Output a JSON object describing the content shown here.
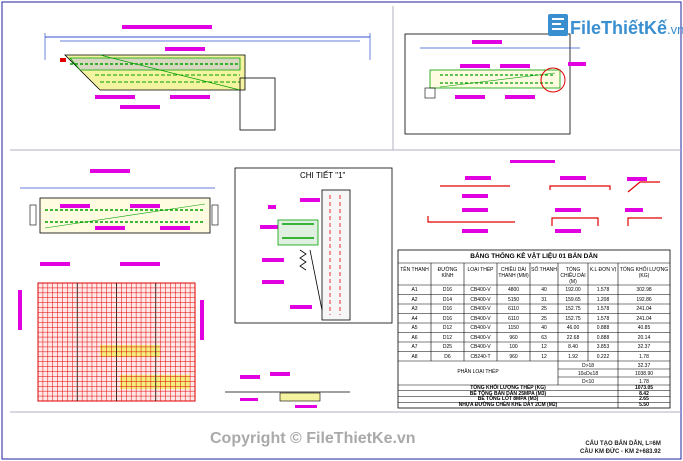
{
  "brand": {
    "name": "FileThiếtKế",
    "tld": ".vn"
  },
  "watermark": "Copyright © FileThietKe.vn",
  "detail_label": "CHI TIẾT \"1\"",
  "stamp": {
    "line1": "CẤU TẠO BẢN DẪN, L=6M",
    "line2": "CẦU KM ĐỨC - KM 2+683.92"
  },
  "table": {
    "title": "BẢNG THỐNG KÊ VẬT LIỆU 01 BẢN DẪN",
    "headers": [
      "TÊN THANH",
      "ĐƯỜNG KÍNH",
      "LOẠI THÉP",
      "CHIỀU DÀI THANH (MM)",
      "SỐ THANH",
      "TỔNG CHIỀU DÀI (M)",
      "K.L ĐƠN VỊ",
      "TỔNG KHỐI LƯỢNG (KG)"
    ],
    "rows": [
      [
        "A1",
        "D16",
        "CB400-V",
        "4800",
        "40",
        "192.00",
        "1.578",
        "302.98"
      ],
      [
        "A2",
        "D14",
        "CB400-V",
        "5150",
        "31",
        "159.65",
        "1.208",
        "192.86"
      ],
      [
        "A3",
        "D16",
        "CB400-V",
        "6110",
        "25",
        "152.75",
        "1.578",
        "241.04"
      ],
      [
        "A4",
        "D16",
        "CB400-V",
        "6110",
        "25",
        "152.75",
        "1.578",
        "241.04"
      ],
      [
        "A5",
        "D12",
        "CB400-V",
        "1150",
        "40",
        "46.00",
        "0.888",
        "40.85"
      ],
      [
        "A6",
        "D12",
        "CB400-V",
        "960",
        "63",
        "22.68",
        "0.888",
        "20.14"
      ],
      [
        "A7",
        "D25",
        "CB400-V",
        "100",
        "12",
        "8.40",
        "3.853",
        "32.37"
      ],
      [
        "A8",
        "D6",
        "CB240-T",
        "960",
        "12",
        "1.92",
        "0.222",
        "1.78"
      ]
    ],
    "phan_loai_label": "PHÂN LOẠI THÉP",
    "phan_loai": [
      [
        "D>18",
        "32.37"
      ],
      [
        "10≤D≤18",
        "1038.90"
      ],
      [
        "D<10",
        "1.78"
      ]
    ],
    "totals": [
      [
        "TỔNG KHỐI LƯỢNG THÉP (KG)",
        "1073.05"
      ],
      [
        "BÊ TÔNG BẢN DẪN 25MPA (M3)",
        "8.42"
      ],
      [
        "BÊ TÔNG LÓT 8MPA (M3)",
        "2.65"
      ],
      [
        "NHỰA ĐƯỜNG CHÈN KHE DÀY 2CM (M2)",
        "5.50"
      ]
    ]
  },
  "colors": {
    "red": "#e00000",
    "magenta": "#e000e0",
    "green": "#00a000",
    "yellow": "#e8e800",
    "blue": "#0000c0",
    "cyan": "#00b0b0",
    "brand": "#3a8fd0"
  },
  "icons": [
    "logo-icon"
  ]
}
